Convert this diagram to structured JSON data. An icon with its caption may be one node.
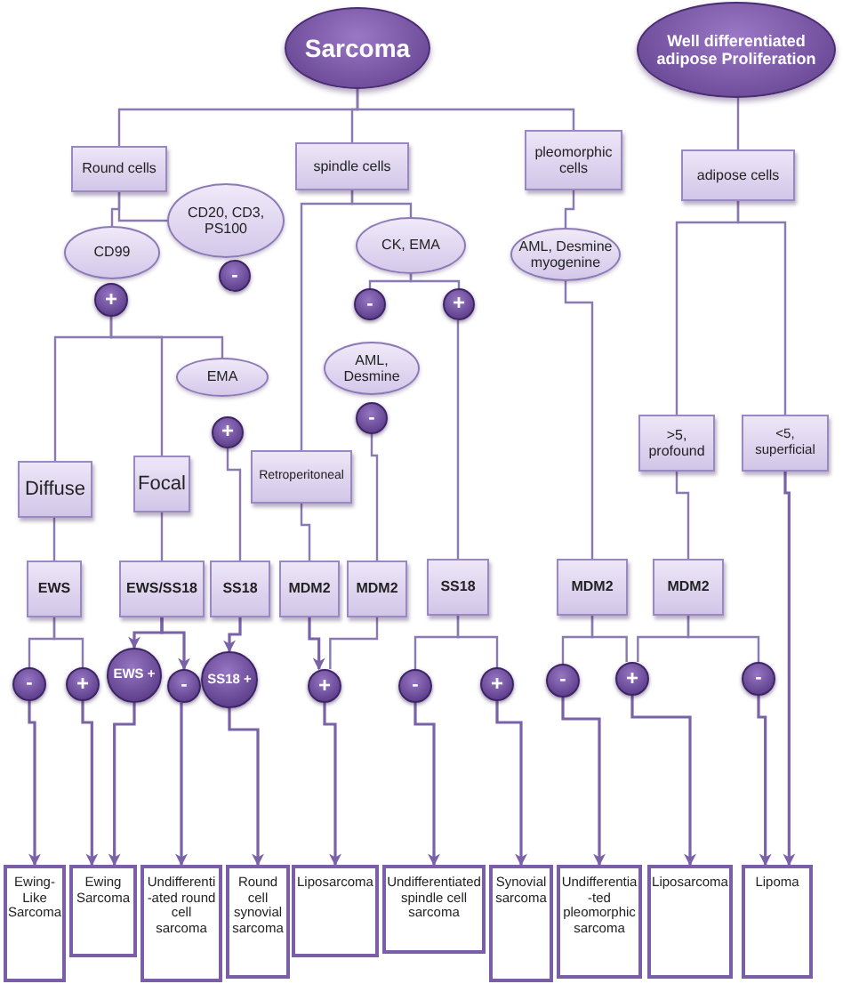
{
  "diagram": {
    "nodes": [
      {
        "text": [
          "Sarcoma"
        ]
      },
      {
        "text": [
          "Well differentiated adipose Proliferation"
        ]
      },
      {
        "text": [
          "Round cells"
        ]
      },
      {
        "text": [
          "spindle cells"
        ]
      },
      {
        "text": [
          "pleomorphic cells"
        ]
      },
      {
        "text": [
          "adipose cells"
        ]
      },
      {
        "text": [
          "CD20, CD3, PS100"
        ]
      },
      {
        "text": [
          "CD99"
        ]
      },
      {
        "text": [
          "CK, EMA"
        ]
      },
      {
        "text": [
          "AML, Desmine myogenine"
        ]
      },
      {
        "text": [
          "-"
        ]
      },
      {
        "text": [
          "+"
        ]
      },
      {
        "text": [
          "-"
        ]
      },
      {
        "text": [
          "+"
        ]
      },
      {
        "text": [
          "AML, Desmine"
        ]
      },
      {
        "text": [
          "EMA"
        ]
      },
      {
        "text": [
          "-"
        ]
      },
      {
        "text": [
          "+"
        ]
      },
      {
        "text": [
          "Diffuse"
        ]
      },
      {
        "text": [
          "Focal"
        ]
      },
      {
        "text": [
          "Retroperitoneal"
        ]
      },
      {
        "text": [
          ">5, profound"
        ]
      },
      {
        "text": [
          "<5, superficial"
        ]
      },
      {
        "text": [
          "EWS"
        ]
      },
      {
        "text": [
          "EWS/SS18"
        ]
      },
      {
        "text": [
          "SS18"
        ]
      },
      {
        "text": [
          "MDM2"
        ]
      },
      {
        "text": [
          "MDM2"
        ]
      },
      {
        "text": [
          "SS18"
        ]
      },
      {
        "text": [
          "MDM2"
        ]
      },
      {
        "text": [
          "MDM2"
        ]
      },
      {
        "text": [
          "-"
        ]
      },
      {
        "text": [
          "+"
        ]
      },
      {
        "text": [
          "EWS +"
        ]
      },
      {
        "text": [
          "-"
        ]
      },
      {
        "text": [
          "SS18 +"
        ]
      },
      {
        "text": [
          "+"
        ]
      },
      {
        "text": [
          "-"
        ]
      },
      {
        "text": [
          "+"
        ]
      },
      {
        "text": [
          "-"
        ]
      },
      {
        "text": [
          "+"
        ]
      },
      {
        "text": [
          "-"
        ]
      },
      {
        "text": [
          "Ewing-Like Sarcoma"
        ]
      },
      {
        "text": [
          "Ewing Sarcoma"
        ]
      },
      {
        "text": [
          "Undifferenti -ated round cell sarcoma"
        ]
      },
      {
        "text": [
          "Round cell synovial sarcoma"
        ]
      },
      {
        "text": [
          "Liposarcoma"
        ]
      },
      {
        "text": [
          "Undifferentiated spindle cell sarcoma"
        ]
      },
      {
        "text": [
          "Synovial sarcoma"
        ]
      },
      {
        "text": [
          "Undifferentia -ted pleomorphic sarcoma"
        ]
      },
      {
        "text": [
          "Liposarcoma"
        ]
      },
      {
        "text": [
          "Lipoma"
        ]
      }
    ],
    "edges": [
      {
        "from": 0,
        "to": 2,
        "arrow": "none"
      },
      {
        "from": 0,
        "to": 3,
        "arrow": "none"
      },
      {
        "from": 0,
        "to": 4,
        "arrow": "none"
      },
      {
        "from": 1,
        "to": 5,
        "arrow": "none"
      },
      {
        "from": 2,
        "to": 7,
        "arrow": "none"
      },
      {
        "from": 2,
        "to": 6,
        "arrow": "none"
      },
      {
        "from": 11,
        "to": 18,
        "arrow": "none"
      },
      {
        "from": 11,
        "to": 19,
        "arrow": "none"
      },
      {
        "from": 11,
        "to": 15,
        "arrow": "none"
      },
      {
        "from": 17,
        "to": 25,
        "arrow": "none"
      },
      {
        "from": 3,
        "to": 20,
        "arrow": "none"
      },
      {
        "from": 3,
        "to": 8,
        "arrow": "none"
      },
      {
        "from": 8,
        "to": 12,
        "arrow": "none"
      },
      {
        "from": 8,
        "to": 13,
        "arrow": "none"
      },
      {
        "from": 16,
        "to": 27,
        "arrow": "none"
      },
      {
        "from": 13,
        "to": 28,
        "arrow": "none"
      },
      {
        "from": 20,
        "to": 26,
        "arrow": "none"
      },
      {
        "from": 4,
        "to": 9,
        "arrow": "none"
      },
      {
        "from": 9,
        "to": 29,
        "arrow": "none"
      },
      {
        "from": 5,
        "to": 21,
        "arrow": "none"
      },
      {
        "from": 5,
        "to": 22,
        "arrow": "none"
      },
      {
        "from": 21,
        "to": 30,
        "arrow": "none"
      },
      {
        "from": 22,
        "to": 51,
        "arrow": "to"
      },
      {
        "from": 18,
        "to": 23,
        "arrow": "none"
      },
      {
        "from": 19,
        "to": 24,
        "arrow": "none"
      },
      {
        "from": 23,
        "to": 31,
        "arrow": "none"
      },
      {
        "from": 23,
        "to": 32,
        "arrow": "none"
      },
      {
        "from": 24,
        "to": 33,
        "arrow": "to"
      },
      {
        "from": 24,
        "to": 34,
        "arrow": "to"
      },
      {
        "from": 25,
        "to": 35,
        "arrow": "to"
      },
      {
        "from": 26,
        "to": 36,
        "arrow": "to"
      },
      {
        "from": 27,
        "to": 36,
        "arrow": "none"
      },
      {
        "from": 28,
        "to": 37,
        "arrow": "none"
      },
      {
        "from": 28,
        "to": 38,
        "arrow": "none"
      },
      {
        "from": 29,
        "to": 39,
        "arrow": "none"
      },
      {
        "from": 29,
        "to": 40,
        "arrow": "none"
      },
      {
        "from": 30,
        "to": 40,
        "arrow": "none"
      },
      {
        "from": 30,
        "to": 41,
        "arrow": "none"
      },
      {
        "from": 31,
        "to": 42,
        "arrow": "to"
      },
      {
        "from": 32,
        "to": 43,
        "arrow": "to"
      },
      {
        "from": 33,
        "to": 43,
        "arrow": "to"
      },
      {
        "from": 34,
        "to": 44,
        "arrow": "to"
      },
      {
        "from": 35,
        "to": 45,
        "arrow": "to"
      },
      {
        "from": 36,
        "to": 46,
        "arrow": "to"
      },
      {
        "from": 37,
        "to": 47,
        "arrow": "to"
      },
      {
        "from": 38,
        "to": 48,
        "arrow": "to"
      },
      {
        "from": 39,
        "to": 49,
        "arrow": "to"
      },
      {
        "from": 40,
        "to": 50,
        "arrow": "to"
      },
      {
        "from": 41,
        "to": 51,
        "arrow": "to"
      }
    ]
  }
}
